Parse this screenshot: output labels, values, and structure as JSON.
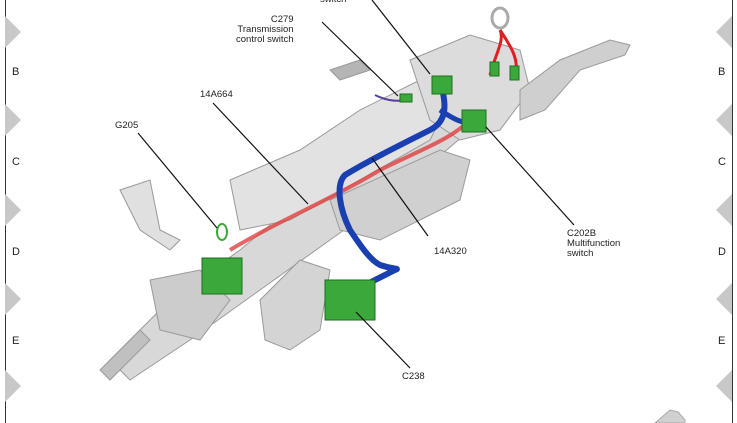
{
  "grid": {
    "left_rows": [
      "B",
      "C",
      "D",
      "E"
    ],
    "right_rows": [
      "B",
      "C",
      "D",
      "E"
    ]
  },
  "callouts": {
    "top_switch": "switch",
    "c279": {
      "code": "C279",
      "line1": "Transmission",
      "line2": "control switch"
    },
    "harness_14a664": "14A664",
    "g205": "G205",
    "harness_14a320": "14A320",
    "c202b": {
      "code": "C202B",
      "line1": "Multifunction",
      "line2": "switch"
    },
    "c238": "C238"
  },
  "colors": {
    "harness_red": "#e04040",
    "harness_blue": "#1a3fb0",
    "connector_green": "#3aa83a",
    "component_grey": "#d6d6d6",
    "tab_grey": "#c8c8c8"
  }
}
